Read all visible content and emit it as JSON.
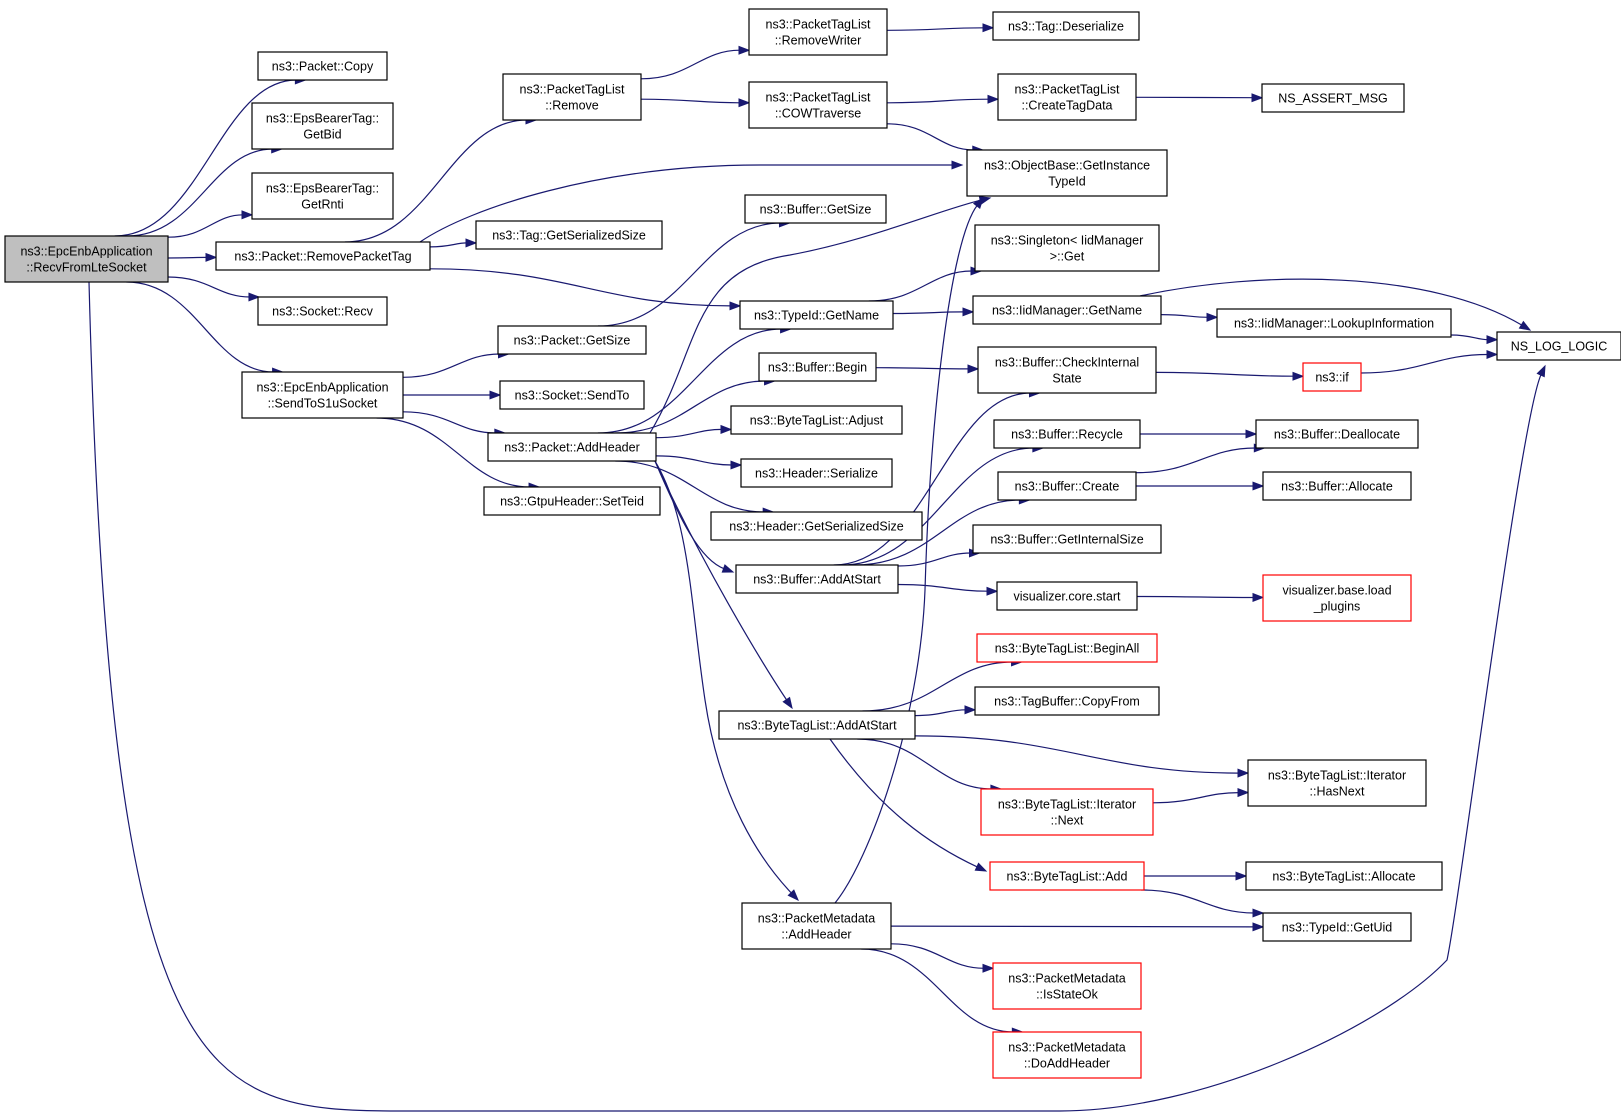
{
  "colors": {
    "edge": "#191970",
    "node_border": "#000000",
    "node_border_truncated": "#ff0000",
    "root_fill": "#bfbfbf",
    "node_fill": "#ffffff"
  },
  "nodes": {
    "recv_from_lte": {
      "lines": [
        "ns3::EpcEnbApplication",
        "::RecvFromLteSocket"
      ],
      "root": true
    },
    "packet_copy": {
      "lines": [
        "ns3::Packet::Copy"
      ]
    },
    "eps_get_bid": {
      "lines": [
        "ns3::EpsBearerTag::",
        "GetBid"
      ]
    },
    "eps_get_rnti": {
      "lines": [
        "ns3::EpsBearerTag::",
        "GetRnti"
      ]
    },
    "remove_packet_tag": {
      "lines": [
        "ns3::Packet::RemovePacketTag"
      ]
    },
    "socket_recv": {
      "lines": [
        "ns3::Socket::Recv"
      ]
    },
    "send_to_s1u": {
      "lines": [
        "ns3::EpcEnbApplication",
        "::SendToS1uSocket"
      ]
    },
    "ptl_remove": {
      "lines": [
        "ns3::PacketTagList",
        "::Remove"
      ]
    },
    "tag_get_serialized_size": {
      "lines": [
        "ns3::Tag::GetSerializedSize"
      ]
    },
    "packet_get_size": {
      "lines": [
        "ns3::Packet::GetSize"
      ]
    },
    "socket_send_to": {
      "lines": [
        "ns3::Socket::SendTo"
      ]
    },
    "packet_add_header": {
      "lines": [
        "ns3::Packet::AddHeader"
      ]
    },
    "gtpu_set_teid": {
      "lines": [
        "ns3::GtpuHeader::SetTeid"
      ]
    },
    "ptl_remove_writer": {
      "lines": [
        "ns3::PacketTagList",
        "::RemoveWriter"
      ]
    },
    "ptl_cow_traverse": {
      "lines": [
        "ns3::PacketTagList",
        "::COWTraverse"
      ]
    },
    "buffer_get_size": {
      "lines": [
        "ns3::Buffer::GetSize"
      ]
    },
    "typeid_get_name": {
      "lines": [
        "ns3::TypeId::GetName"
      ]
    },
    "buffer_begin": {
      "lines": [
        "ns3::Buffer::Begin"
      ]
    },
    "btl_adjust": {
      "lines": [
        "ns3::ByteTagList::Adjust"
      ]
    },
    "header_serialize": {
      "lines": [
        "ns3::Header::Serialize"
      ]
    },
    "header_get_serialized_size": {
      "lines": [
        "ns3::Header::GetSerializedSize"
      ]
    },
    "buffer_add_at_start": {
      "lines": [
        "ns3::Buffer::AddAtStart"
      ]
    },
    "btl_add_at_start": {
      "lines": [
        "ns3::ByteTagList::AddAtStart"
      ]
    },
    "pm_add_header": {
      "lines": [
        "ns3::PacketMetadata",
        "::AddHeader"
      ]
    },
    "tag_deserialize": {
      "lines": [
        "ns3::Tag::Deserialize"
      ]
    },
    "ptl_create_tag_data": {
      "lines": [
        "ns3::PacketTagList",
        "::CreateTagData"
      ]
    },
    "objectbase_get_instance_typeid": {
      "lines": [
        "ns3::ObjectBase::GetInstance",
        "TypeId"
      ]
    },
    "singleton_get": {
      "lines": [
        "ns3::Singleton< IidManager",
        ">::Get"
      ]
    },
    "iidmanager_get_name": {
      "lines": [
        "ns3::IidManager::GetName"
      ]
    },
    "buffer_check_internal_state": {
      "lines": [
        "ns3::Buffer::CheckInternal",
        "State"
      ]
    },
    "buffer_recycle": {
      "lines": [
        "ns3::Buffer::Recycle"
      ]
    },
    "buffer_create": {
      "lines": [
        "ns3::Buffer::Create"
      ]
    },
    "buffer_get_internal_size": {
      "lines": [
        "ns3::Buffer::GetInternalSize"
      ]
    },
    "visualizer_core_start": {
      "lines": [
        "visualizer.core.start"
      ]
    },
    "btl_begin_all": {
      "lines": [
        "ns3::ByteTagList::BeginAll"
      ],
      "truncated": true
    },
    "tagbuffer_copy_from": {
      "lines": [
        "ns3::TagBuffer::CopyFrom"
      ]
    },
    "btl_iterator_next": {
      "lines": [
        "ns3::ByteTagList::Iterator",
        "::Next"
      ],
      "truncated": true
    },
    "btl_add": {
      "lines": [
        "ns3::ByteTagList::Add"
      ],
      "truncated": true
    },
    "pm_is_state_ok": {
      "lines": [
        "ns3::PacketMetadata",
        "::IsStateOk"
      ],
      "truncated": true
    },
    "pm_do_add_header": {
      "lines": [
        "ns3::PacketMetadata",
        "::DoAddHeader"
      ],
      "truncated": true
    },
    "ns_assert_msg": {
      "lines": [
        "NS_ASSERT_MSG"
      ]
    },
    "iidmanager_lookup_information": {
      "lines": [
        "ns3::IidManager::LookupInformation"
      ]
    },
    "ns3_if": {
      "lines": [
        "ns3::if"
      ],
      "truncated": true
    },
    "buffer_deallocate": {
      "lines": [
        "ns3::Buffer::Deallocate"
      ]
    },
    "buffer_allocate": {
      "lines": [
        "ns3::Buffer::Allocate"
      ]
    },
    "visualizer_base_load_plugins": {
      "lines": [
        "visualizer.base.load",
        "_plugins"
      ],
      "truncated": true
    },
    "btl_iterator_has_next": {
      "lines": [
        "ns3::ByteTagList::Iterator",
        "::HasNext"
      ]
    },
    "btl_allocate": {
      "lines": [
        "ns3::ByteTagList::Allocate"
      ]
    },
    "typeid_get_uid": {
      "lines": [
        "ns3::TypeId::GetUid"
      ]
    },
    "ns_log_logic": {
      "lines": [
        "NS_LOG_LOGIC"
      ]
    }
  },
  "edges": [
    [
      "recv_from_lte",
      "packet_copy"
    ],
    [
      "recv_from_lte",
      "eps_get_bid"
    ],
    [
      "recv_from_lte",
      "eps_get_rnti"
    ],
    [
      "recv_from_lte",
      "remove_packet_tag"
    ],
    [
      "recv_from_lte",
      "socket_recv"
    ],
    [
      "recv_from_lte",
      "send_to_s1u"
    ],
    [
      "recv_from_lte",
      "ns_log_logic"
    ],
    [
      "remove_packet_tag",
      "ptl_remove"
    ],
    [
      "remove_packet_tag",
      "tag_get_serialized_size"
    ],
    [
      "remove_packet_tag",
      "objectbase_get_instance_typeid"
    ],
    [
      "remove_packet_tag",
      "typeid_get_name"
    ],
    [
      "send_to_s1u",
      "packet_get_size"
    ],
    [
      "send_to_s1u",
      "socket_send_to"
    ],
    [
      "send_to_s1u",
      "packet_add_header"
    ],
    [
      "send_to_s1u",
      "gtpu_set_teid"
    ],
    [
      "ptl_remove",
      "ptl_remove_writer"
    ],
    [
      "ptl_remove",
      "ptl_cow_traverse"
    ],
    [
      "ptl_remove_writer",
      "tag_deserialize"
    ],
    [
      "ptl_cow_traverse",
      "ptl_create_tag_data"
    ],
    [
      "ptl_cow_traverse",
      "objectbase_get_instance_typeid"
    ],
    [
      "ptl_create_tag_data",
      "ns_assert_msg"
    ],
    [
      "packet_get_size",
      "buffer_get_size"
    ],
    [
      "packet_add_header",
      "objectbase_get_instance_typeid"
    ],
    [
      "packet_add_header",
      "typeid_get_name"
    ],
    [
      "packet_add_header",
      "buffer_begin"
    ],
    [
      "packet_add_header",
      "btl_adjust"
    ],
    [
      "packet_add_header",
      "header_serialize"
    ],
    [
      "packet_add_header",
      "header_get_serialized_size"
    ],
    [
      "packet_add_header",
      "buffer_add_at_start"
    ],
    [
      "packet_add_header",
      "btl_add_at_start"
    ],
    [
      "packet_add_header",
      "pm_add_header"
    ],
    [
      "typeid_get_name",
      "singleton_get"
    ],
    [
      "typeid_get_name",
      "iidmanager_get_name"
    ],
    [
      "iidmanager_get_name",
      "iidmanager_lookup_information"
    ],
    [
      "iidmanager_get_name",
      "ns_log_logic"
    ],
    [
      "iidmanager_lookup_information",
      "ns_log_logic"
    ],
    [
      "buffer_begin",
      "buffer_check_internal_state"
    ],
    [
      "buffer_check_internal_state",
      "ns3_if"
    ],
    [
      "ns3_if",
      "ns_log_logic"
    ],
    [
      "buffer_add_at_start",
      "buffer_check_internal_state"
    ],
    [
      "buffer_add_at_start",
      "buffer_recycle"
    ],
    [
      "buffer_add_at_start",
      "buffer_create"
    ],
    [
      "buffer_add_at_start",
      "buffer_get_internal_size"
    ],
    [
      "buffer_add_at_start",
      "visualizer_core_start"
    ],
    [
      "buffer_recycle",
      "buffer_deallocate"
    ],
    [
      "buffer_create",
      "buffer_deallocate"
    ],
    [
      "buffer_create",
      "buffer_allocate"
    ],
    [
      "visualizer_core_start",
      "visualizer_base_load_plugins"
    ],
    [
      "btl_add_at_start",
      "btl_begin_all"
    ],
    [
      "btl_add_at_start",
      "tagbuffer_copy_from"
    ],
    [
      "btl_add_at_start",
      "btl_iterator_has_next"
    ],
    [
      "btl_add_at_start",
      "btl_iterator_next"
    ],
    [
      "btl_add_at_start",
      "btl_add"
    ],
    [
      "btl_iterator_next",
      "btl_iterator_has_next"
    ],
    [
      "btl_add",
      "btl_allocate"
    ],
    [
      "btl_add",
      "typeid_get_uid"
    ],
    [
      "pm_add_header",
      "objectbase_get_instance_typeid"
    ],
    [
      "pm_add_header",
      "typeid_get_uid"
    ],
    [
      "pm_add_header",
      "pm_is_state_ok"
    ],
    [
      "pm_add_header",
      "pm_do_add_header"
    ]
  ]
}
